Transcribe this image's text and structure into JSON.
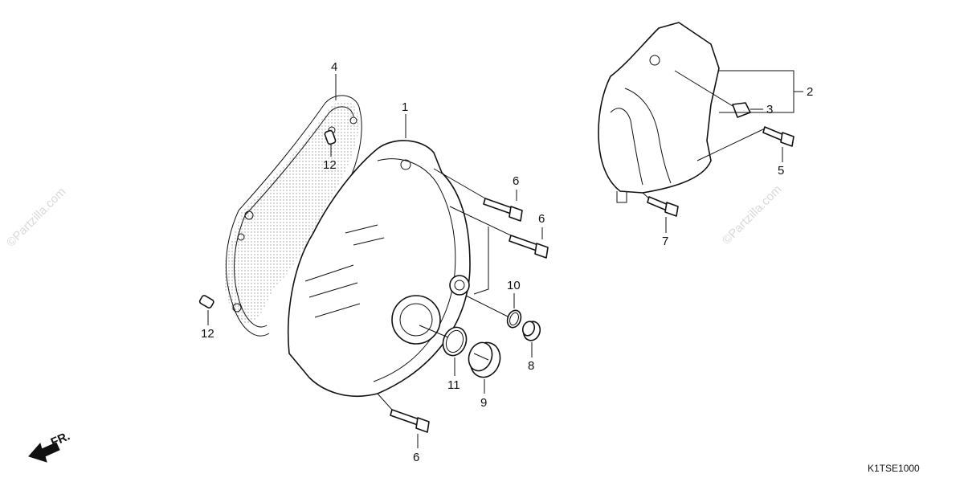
{
  "diagram_code": "K1TSE1000",
  "front_arrow_label": "FR.",
  "watermark": "©Partzilla.com",
  "callouts": {
    "c1": "1",
    "c2": "2",
    "c3": "3",
    "c4": "4",
    "c5": "5",
    "c6a": "6",
    "c6b": "6",
    "c6c": "6",
    "c7": "7",
    "c8": "8",
    "c9": "9",
    "c10": "10",
    "c11": "11",
    "c12a": "12",
    "c12b": "12"
  }
}
